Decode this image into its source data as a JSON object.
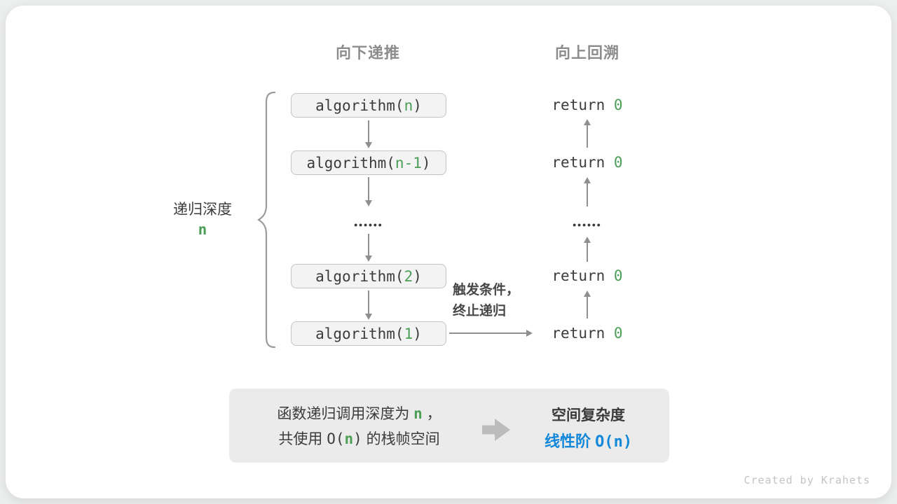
{
  "colors": {
    "green": "#4c9e56",
    "blue": "#1388d8",
    "arrow_gray": "#8f8f8f",
    "box_fill": "#f3f3f3"
  },
  "headers": {
    "recurse_down": "向下递推",
    "backtrack_up": "向上回溯"
  },
  "depth_brace": {
    "label": "递归深度",
    "value": "n"
  },
  "call_stack": {
    "ellipsis": "••••••",
    "boxes": [
      {
        "pre": "algorithm(",
        "arg": "n",
        "post": ")"
      },
      {
        "pre": "algorithm(",
        "arg": "n-1",
        "post": ")"
      },
      {
        "pre": "algorithm(",
        "arg": "2",
        "post": ")"
      },
      {
        "pre": "algorithm(",
        "arg": "1",
        "post": ")"
      }
    ]
  },
  "returns": {
    "ellipsis": "••••••",
    "rows": [
      {
        "pre": "return ",
        "val": "0"
      },
      {
        "pre": "return ",
        "val": "0"
      },
      {
        "pre": "return ",
        "val": "0"
      },
      {
        "pre": "return ",
        "val": "0"
      }
    ]
  },
  "trigger_note": {
    "line1": "触发条件，",
    "line2": "终止递归"
  },
  "summary": {
    "line1": {
      "pre": "函数递归调用深度为 ",
      "var": "n",
      "post": " ，"
    },
    "line2": {
      "pre": "共使用 ",
      "code_open": "O(",
      "var": "n",
      "code_close": ")",
      "post": " 的栈帧空间"
    },
    "result_title": "空间复杂度",
    "result": {
      "pre": "线性阶 ",
      "code_open": "O(",
      "var": "n",
      "code_close": ")"
    }
  },
  "watermark": "Created by Krahets"
}
